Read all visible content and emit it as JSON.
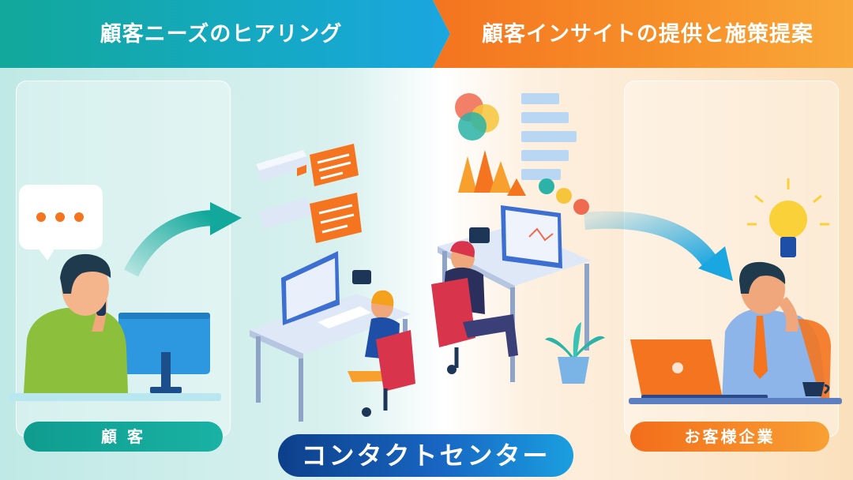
{
  "banner": {
    "left_label": "顧客ニーズのヒアリング",
    "right_label": "顧客インサイトの提供と施策提案"
  },
  "customer": {
    "label": "顧 客",
    "speech_bubble": "• • •"
  },
  "contact_center": {
    "label": "コンタクトセンター"
  },
  "company": {
    "label": "お客様企業"
  },
  "colors": {
    "teal": "#12a89b",
    "blue": "#1aa6e0",
    "orange": "#f4741f",
    "navy": "#0d3f8a"
  },
  "icons": [
    "speech-bubble-icon",
    "chat-bubble-icon",
    "arrow-icon",
    "lightbulb-icon",
    "headset-icon",
    "plant-icon",
    "laptop-icon",
    "coffee-cup-icon"
  ]
}
